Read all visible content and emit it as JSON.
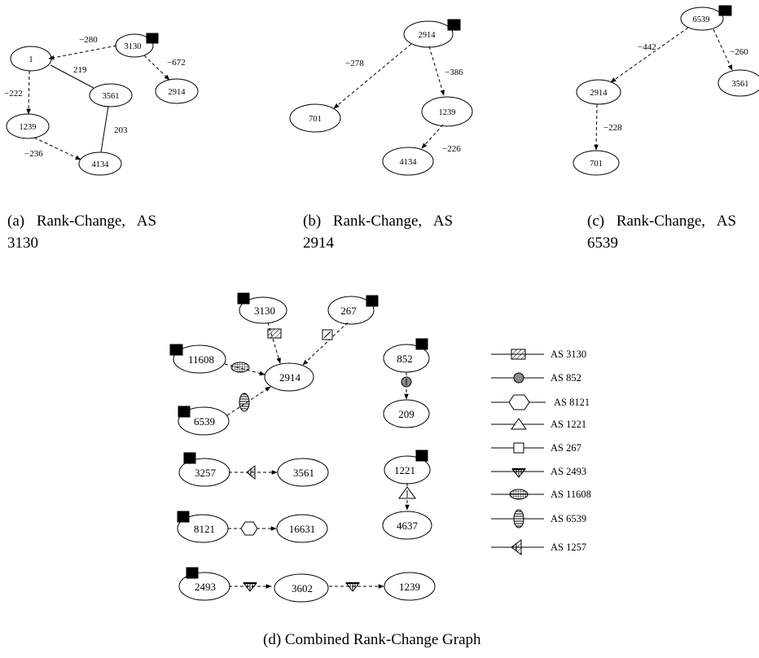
{
  "colors": {
    "stroke": "#000000",
    "background": "#ffffff",
    "marker_grey": "#8a8a8a"
  },
  "graph_a": {
    "caption_line1": "(a)  Rank-Change,  AS",
    "caption_line2": "3130",
    "nodes": {
      "n1": "1",
      "n3130": "3130",
      "n3561": "3561",
      "n2914": "2914",
      "n1239": "1239",
      "n4134": "4134"
    },
    "edges": {
      "e1": "−280",
      "e2": "219",
      "e3": "−672",
      "e4": "−222",
      "e5": "203",
      "e6": "−236"
    }
  },
  "graph_b": {
    "caption_line1": "(b)  Rank-Change,  AS",
    "caption_line2": "2914",
    "nodes": {
      "n2914": "2914",
      "n701": "701",
      "n1239": "1239",
      "n4134": "4134"
    },
    "edges": {
      "e1": "−278",
      "e2": "−386",
      "e3": "−226"
    }
  },
  "graph_c": {
    "caption_line1": "(c)  Rank-Change,  AS",
    "caption_line2": "6539",
    "nodes": {
      "n6539": "6539",
      "n2914": "2914",
      "n3561": "3561",
      "n701": "701"
    },
    "edges": {
      "e1": "−442",
      "e2": "−260",
      "e3": "−228"
    }
  },
  "graph_d": {
    "caption": "(d) Combined Rank-Change Graph",
    "nodes": {
      "n3130": "3130",
      "n267": "267",
      "n11608": "11608",
      "n2914": "2914",
      "n6539": "6539",
      "n852": "852",
      "n209": "209",
      "n3257": "3257",
      "n3561": "3561",
      "n1221": "1221",
      "n4637": "4637",
      "n8121": "8121",
      "n16631": "16631",
      "n2493": "2493",
      "n3602": "3602",
      "n1239": "1239"
    },
    "legend": [
      {
        "marker": "hatched-rectangle",
        "label": "AS 3130"
      },
      {
        "marker": "grey-circle",
        "label": "AS 852"
      },
      {
        "marker": "hexagon",
        "label": "AS 8121"
      },
      {
        "marker": "triangle",
        "label": "AS 1221"
      },
      {
        "marker": "square",
        "label": "AS 267"
      },
      {
        "marker": "inverted-triangle",
        "label": "AS 2493"
      },
      {
        "marker": "gridded-ellipse",
        "label": "AS 11608"
      },
      {
        "marker": "striped-ellipse",
        "label": "AS 6539"
      },
      {
        "marker": "hatched-left-triangle",
        "label": "AS 1257"
      }
    ]
  }
}
